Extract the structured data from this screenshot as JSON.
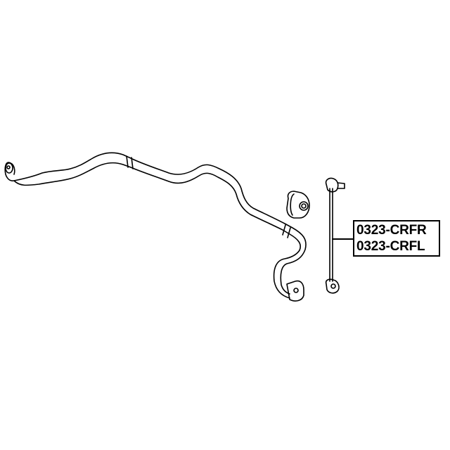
{
  "diagram": {
    "type": "parts-exploded-view",
    "components": [
      {
        "id": "stabilizer-bar",
        "name": "Stabilizer bar"
      },
      {
        "id": "bushing",
        "name": "Stabilizer bushing"
      },
      {
        "id": "stabilizer-link",
        "name": "Stabilizer link"
      }
    ],
    "callout": {
      "target": "stabilizer-link",
      "part_numbers": [
        "0323-CRFR",
        "0323-CRFL"
      ]
    }
  },
  "colors": {
    "line": "#000000",
    "background": "#ffffff"
  }
}
